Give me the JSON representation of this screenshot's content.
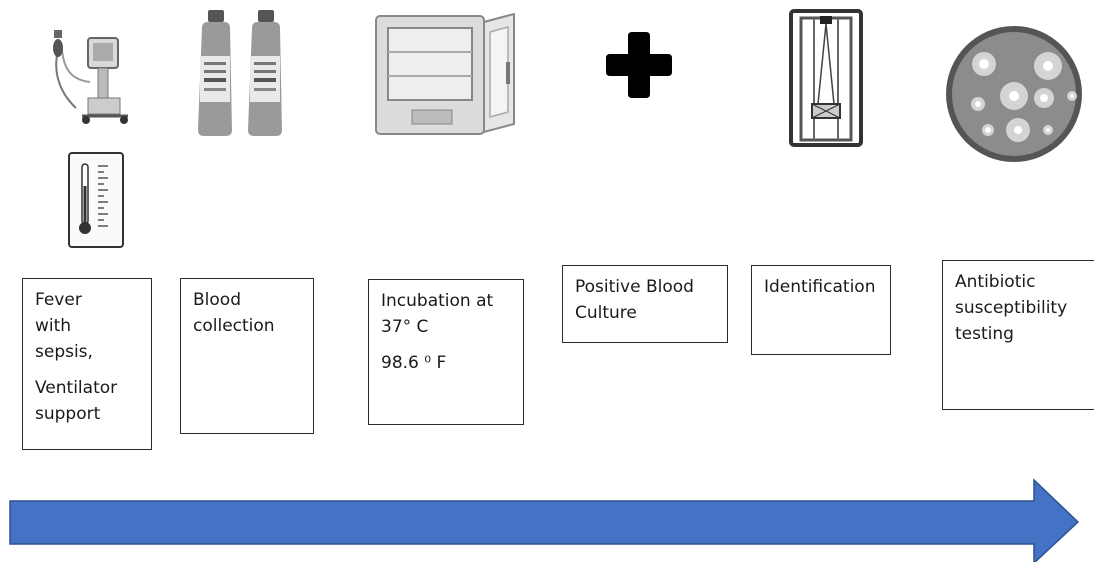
{
  "steps": [
    {
      "id": "fever",
      "lines": [
        "Fever",
        "with",
        "sepsis,"
      ],
      "extra": [
        "Ventilator",
        "support"
      ],
      "icons": [
        "ventilator-icon",
        "thermometer-icon"
      ]
    },
    {
      "id": "blood",
      "lines": [
        "Blood",
        "collection"
      ],
      "icons": [
        "blood-culture-bottles-icon"
      ]
    },
    {
      "id": "incubation",
      "lines": [
        "Incubation at",
        "37° C"
      ],
      "extra": [
        "98.6 ⁰ F"
      ],
      "icons": [
        "incubator-icon"
      ]
    },
    {
      "id": "positive",
      "lines": [
        "Positive Blood",
        "Culture"
      ],
      "icons": [
        "plus-icon"
      ]
    },
    {
      "id": "identification",
      "lines": [
        "Identification"
      ],
      "icons": [
        "identification-instrument-icon"
      ]
    },
    {
      "id": "ast",
      "lines": [
        "Antibiotic",
        "susceptibility",
        "testing"
      ],
      "icons": [
        "petri-dish-icon"
      ]
    }
  ],
  "arrow": {
    "color": "#4472c4",
    "stroke": "#2f528f",
    "direction": "right"
  }
}
